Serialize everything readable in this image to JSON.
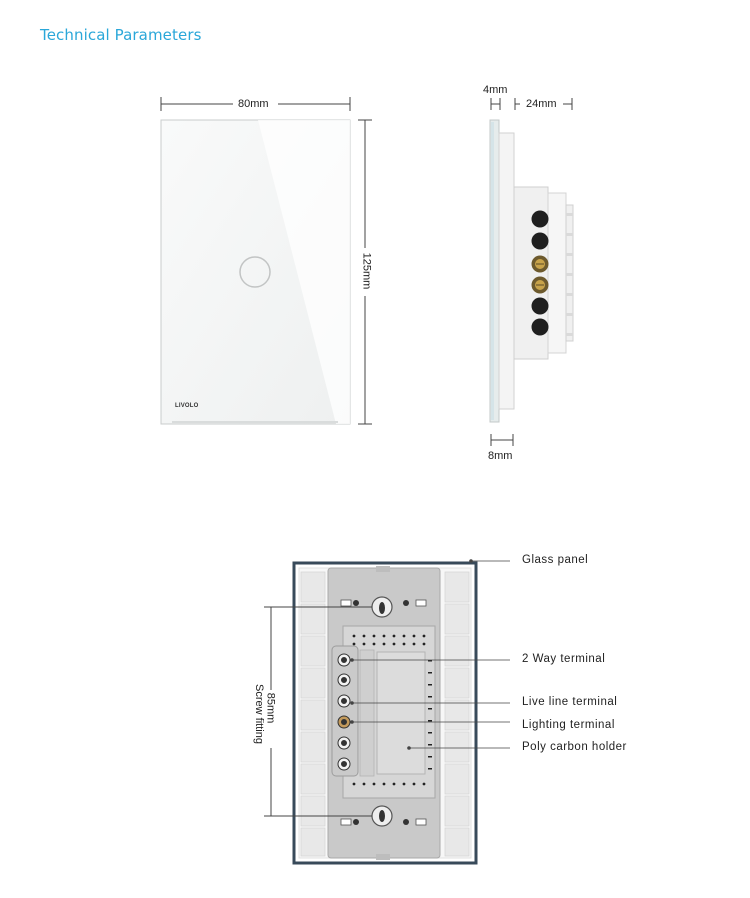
{
  "title": "Technical Parameters",
  "front_view": {
    "width_label": "80mm",
    "height_label": "125mm",
    "brand": "LIVOLO"
  },
  "side_view": {
    "depth_front_label": "4mm",
    "depth_back_label": "24mm",
    "bottom_label": "8mm"
  },
  "back_view": {
    "screw_distance_label": "85mm",
    "screw_caption": "Screw fitting",
    "callouts": [
      "Glass panel",
      "2 Way terminal",
      "Live line terminal",
      "Lighting terminal",
      "Poly carbon holder"
    ]
  }
}
